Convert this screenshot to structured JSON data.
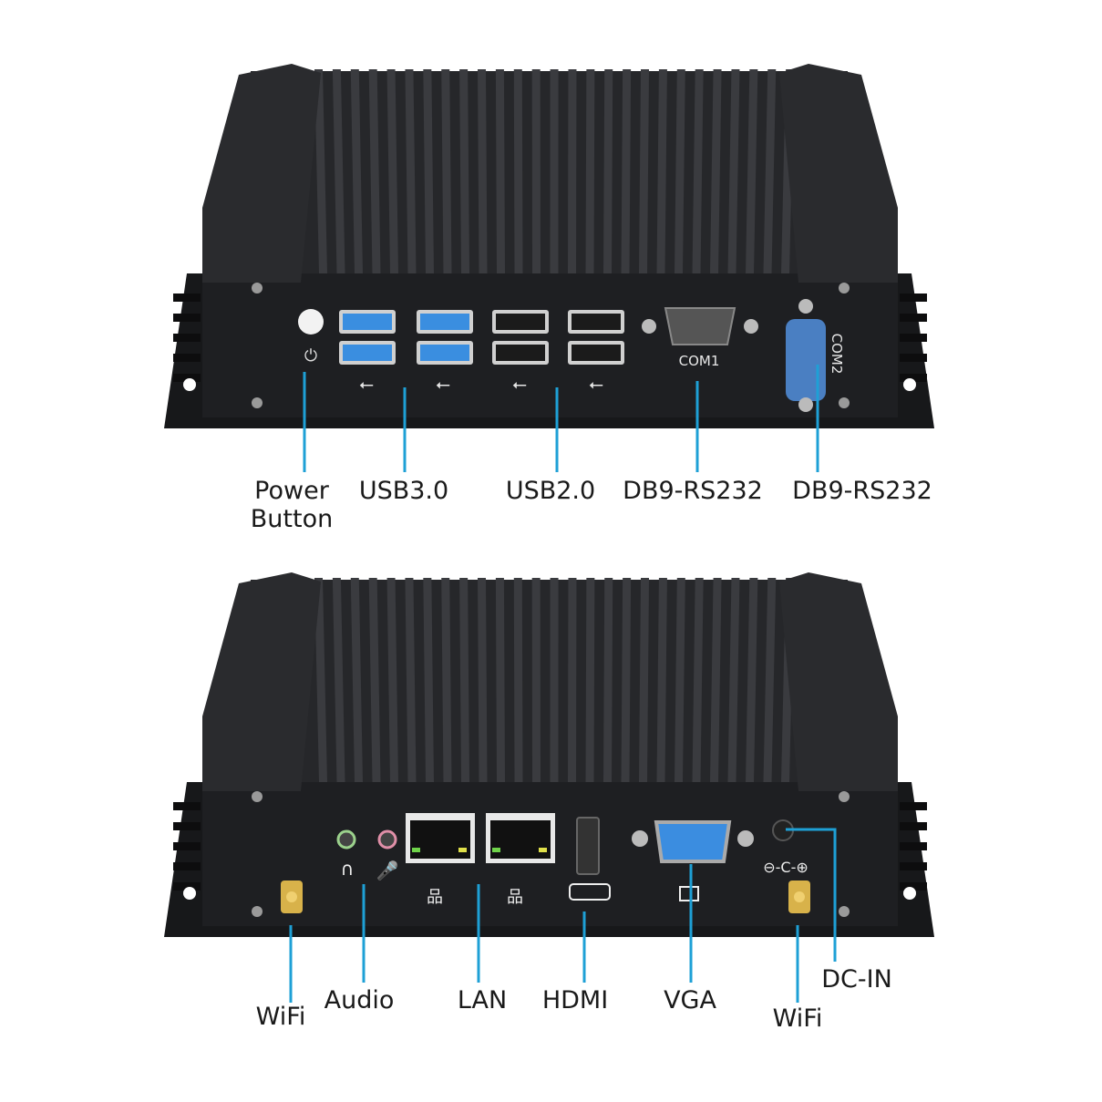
{
  "colors": {
    "callout_line": "#1ea0d6",
    "device_body": "#1e1f22",
    "usb3_blue": "#3a8ee0",
    "vga_blue": "#3b8de0",
    "com2_blue": "#4a7fc2",
    "label_text": "#1a1a1a"
  },
  "top_device": {
    "printed": {
      "com1": "COM1",
      "com2": "COM2"
    },
    "callouts": {
      "power": {
        "line1": "Power",
        "line2": "Button"
      },
      "usb3": "USB3.0",
      "usb2": "USB2.0",
      "com1": "DB9-RS232",
      "com2": "DB9-RS232"
    }
  },
  "bottom_device": {
    "callouts": {
      "wifi_left": "WiFi",
      "audio": "Audio",
      "lan": "LAN",
      "hdmi": "HDMI",
      "vga": "VGA",
      "wifi_right": "WiFi",
      "dc_in": "DC-IN"
    }
  }
}
